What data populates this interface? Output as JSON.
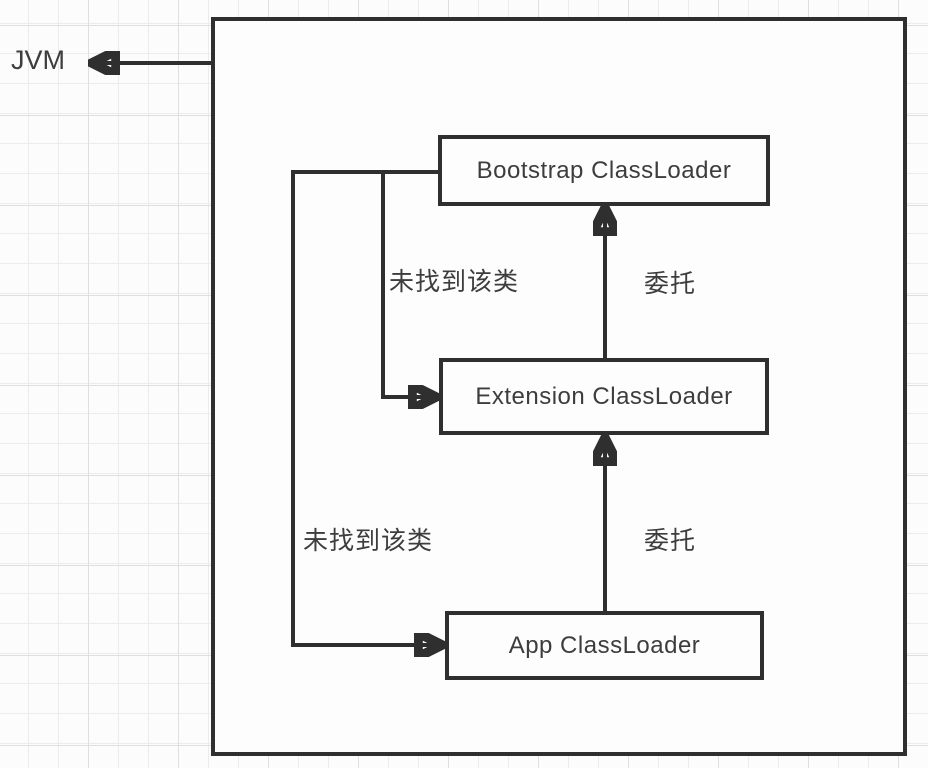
{
  "diagram": {
    "title_context": "JVM class loader delegation model",
    "jvm_label": "JVM",
    "boxes": {
      "bootstrap": "Bootstrap ClassLoader",
      "extension": "Extension ClassLoader",
      "app": "App ClassLoader"
    },
    "edge_labels": {
      "not_found_top": "未找到该类",
      "delegate_top": "委托",
      "not_found_bottom": "未找到该类",
      "delegate_bottom": "委托"
    },
    "colors": {
      "line": "#2f2f2f",
      "text": "#3d3d3d",
      "grid_minor": "#ececec",
      "grid_major": "#dfdfdf",
      "background": "#fcfcfc"
    }
  }
}
